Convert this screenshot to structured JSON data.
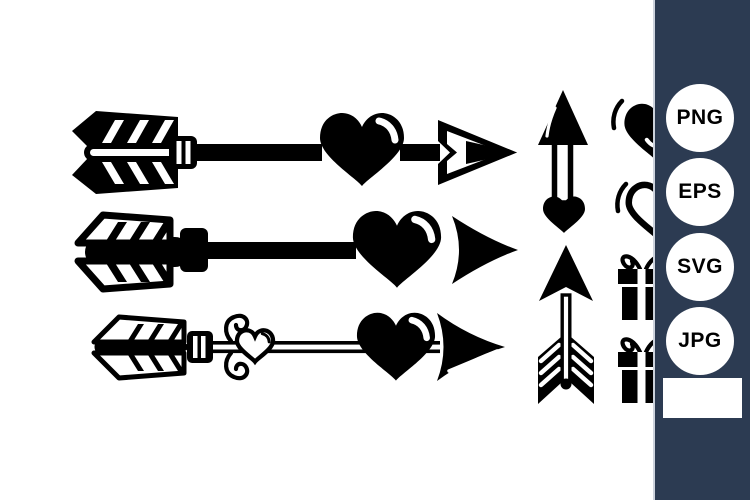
{
  "colors": {
    "background": "#ffffff",
    "ink": "#000000",
    "sidebar_background": "#2c3b52",
    "sidebar_edge": "#ccd2dc",
    "badge_background": "#ffffff",
    "badge_text": "#000000"
  },
  "sidebar": {
    "formats": [
      {
        "label": "PNG"
      },
      {
        "label": "EPS"
      },
      {
        "label": "SVG"
      },
      {
        "label": "JPG"
      }
    ],
    "swatch_color": "#ffffff"
  },
  "artwork": {
    "icons": [
      "heart-arrow-banded-fletching",
      "heart-arrow-solid-fletching",
      "heart-arrow-flourish",
      "vertical-arrow-with-heart",
      "vertical-arrow-fletched",
      "solid-heart-icon",
      "outline-heart-icon",
      "gift-box-icon",
      "gift-box-icon"
    ]
  }
}
